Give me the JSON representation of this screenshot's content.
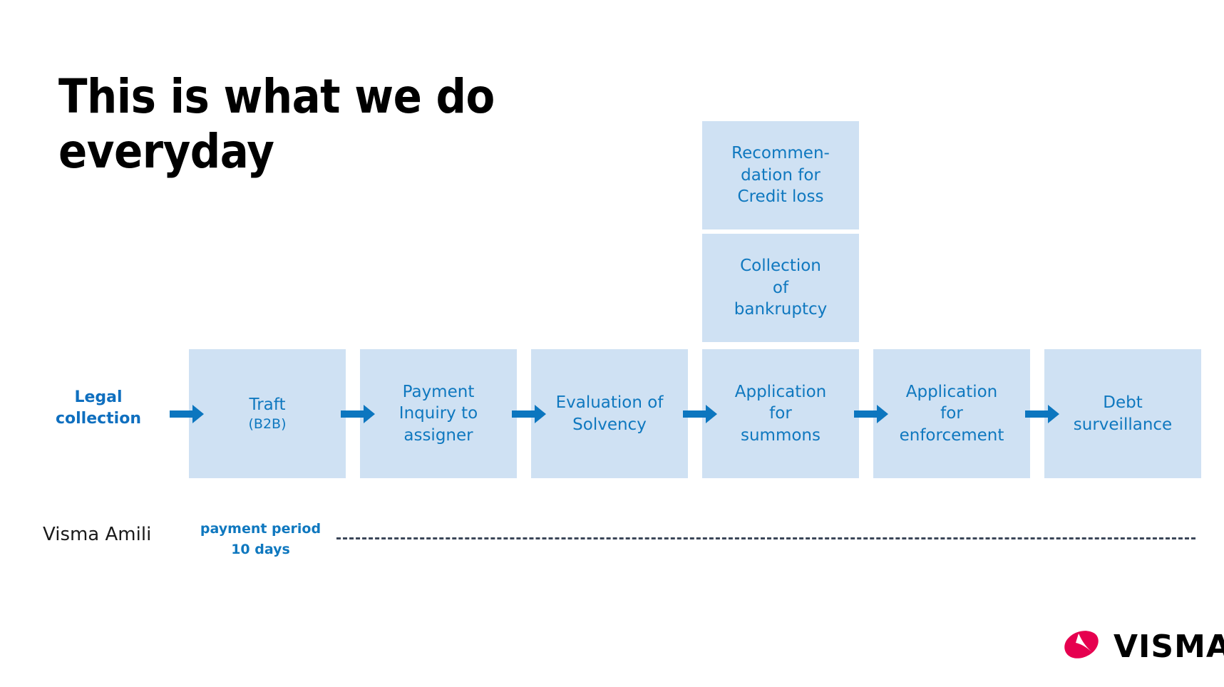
{
  "slide": {
    "title": "This is what we do\neveryday",
    "background": "#ffffff"
  },
  "colors": {
    "box_fill": "#cfe1f3",
    "box_text": "#0f78bf",
    "arrow": "#0c76bf",
    "label_blue": "#0f6fbf",
    "dash_line": "#3b4658",
    "logo_red": "#e6004f",
    "title_black": "#000000"
  },
  "row_label": {
    "text": "Legal\ncollection"
  },
  "flow": {
    "main_steps": [
      {
        "label": "Traft",
        "sub": "(B2B)"
      },
      {
        "label": "Payment\nInquiry to\nassigner",
        "sub": ""
      },
      {
        "label": "Evaluation of\nSolvency",
        "sub": ""
      },
      {
        "label": "Application\nfor\nsummons",
        "sub": ""
      },
      {
        "label": "Application\nfor\nenforcement",
        "sub": ""
      },
      {
        "label": "Debt\nsurveillance",
        "sub": ""
      }
    ],
    "stacked_steps": [
      {
        "label": "Recommen-\ndation for\nCredit loss"
      },
      {
        "label": "Collection\nof\nbankruptcy"
      }
    ],
    "arrow_count": 6,
    "arrow_icon": "arrow-right-icon"
  },
  "footer": {
    "product": "Visma Amili",
    "payment_note": "payment period\n10 days"
  },
  "logo": {
    "wordmark": "VISMA",
    "mark_icon": "visma-leaf-icon"
  }
}
